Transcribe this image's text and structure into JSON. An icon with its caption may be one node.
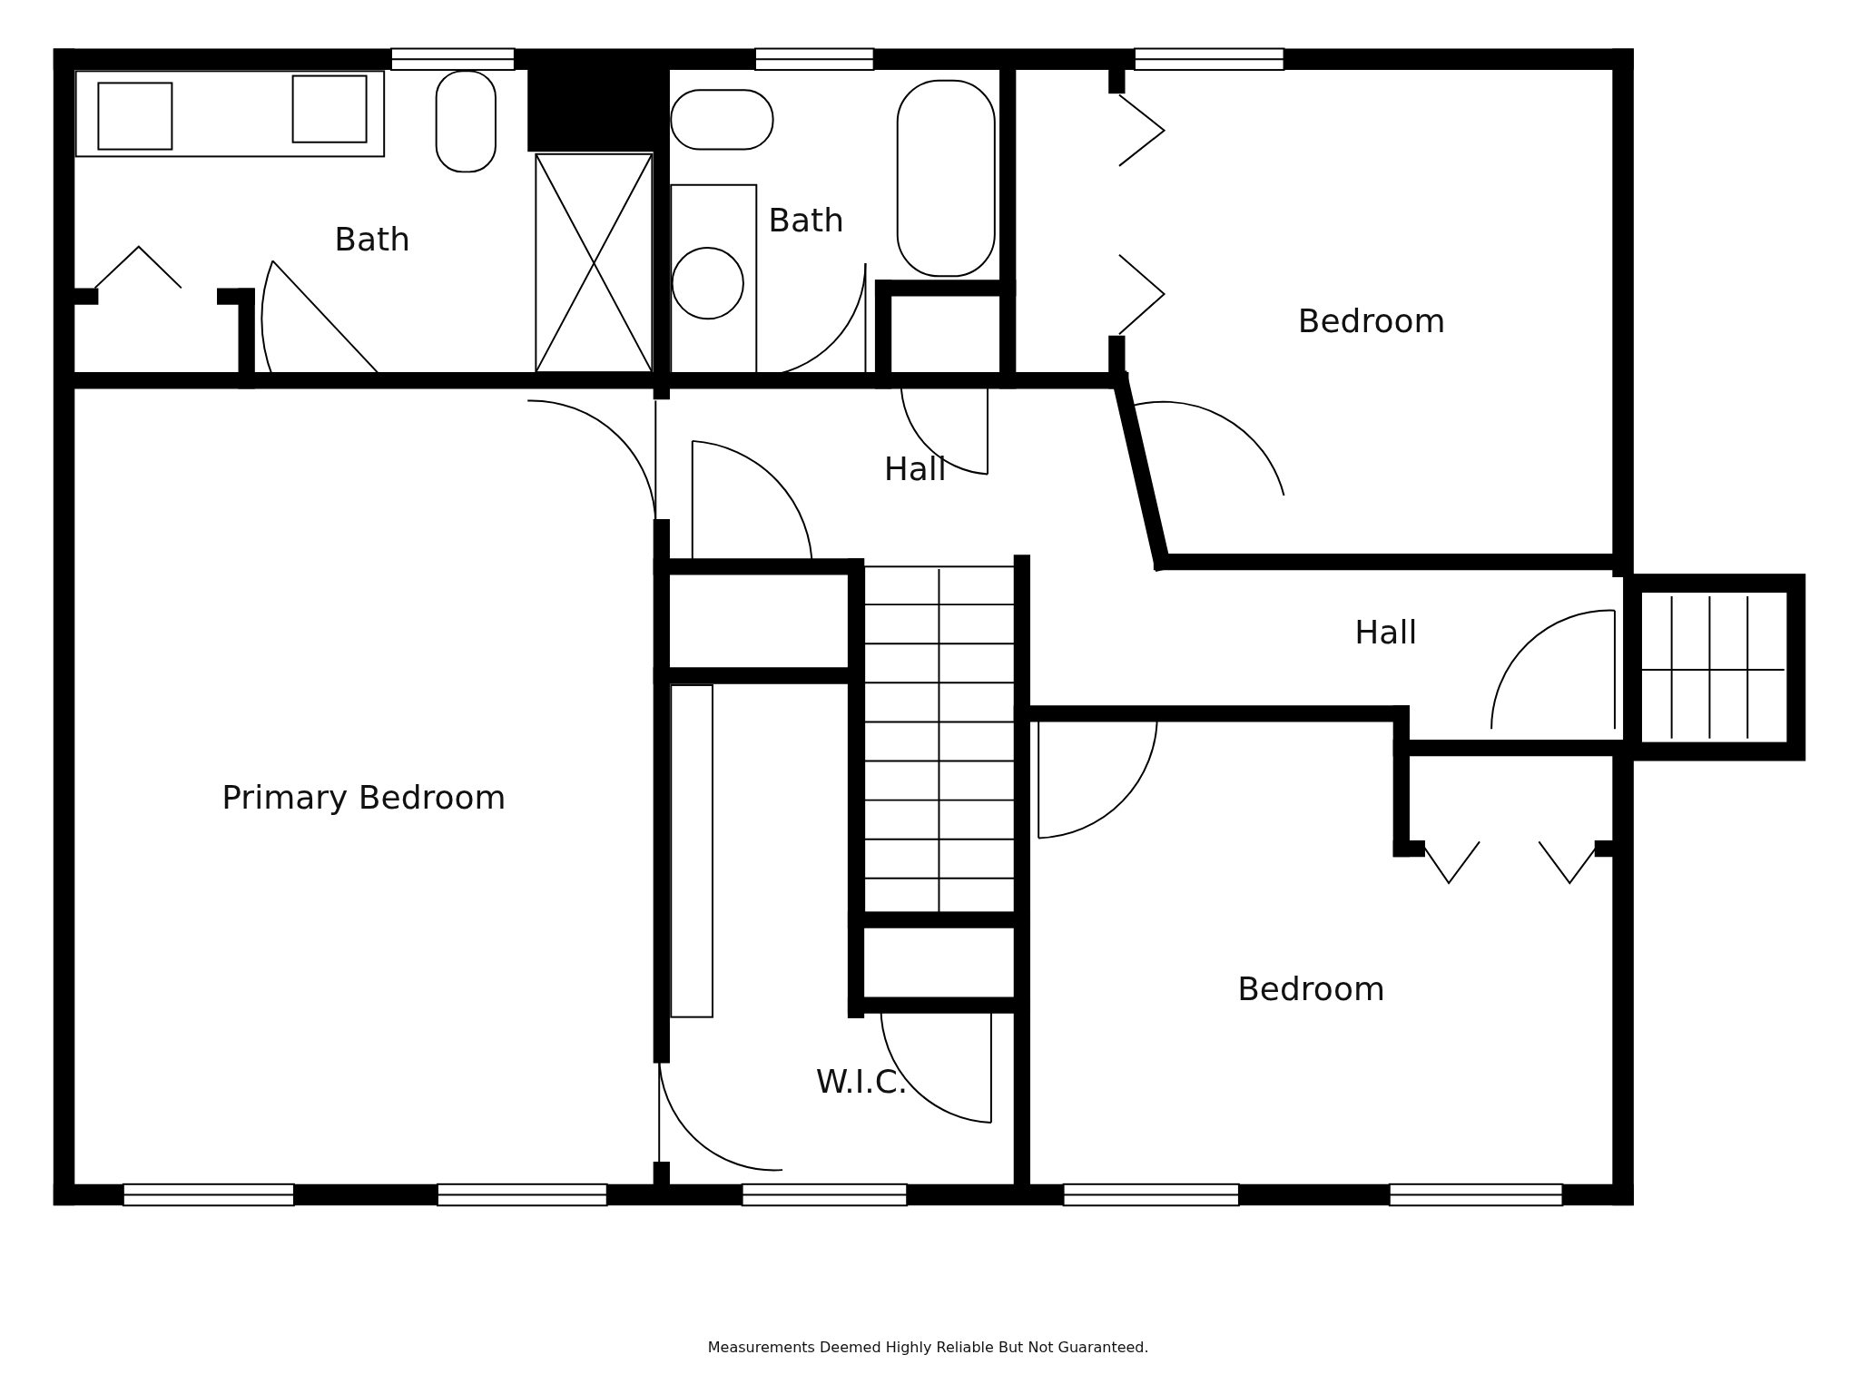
{
  "diagram": {
    "labels": [
      "Bath",
      "Bath",
      "Bedroom",
      "Hall",
      "Hall",
      "Primary Bedroom",
      "Bedroom",
      "W.I.C.",
      "Measurements Deemed Highly Reliable But Not Guaranteed."
    ]
  }
}
